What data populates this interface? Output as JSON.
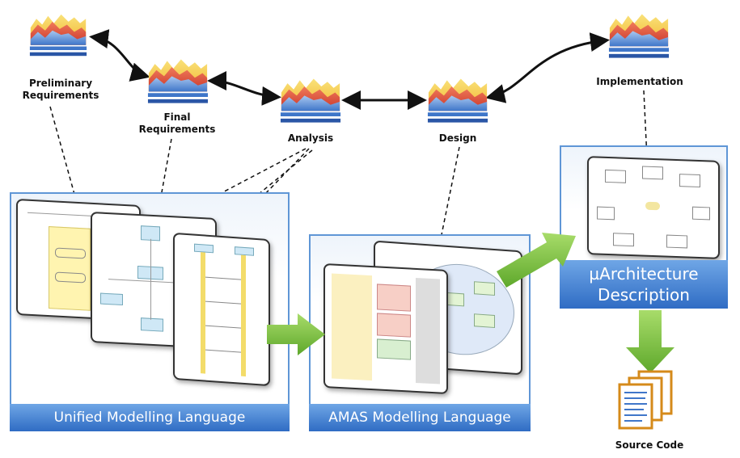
{
  "stages": {
    "preliminary": {
      "line1": "Preliminary",
      "line2": "Requirements",
      "icon": "area-chart-icon"
    },
    "final": {
      "line1": "Final",
      "line2": "Requirements",
      "icon": "area-chart-icon"
    },
    "analysis": {
      "label": "Analysis",
      "icon": "area-chart-icon"
    },
    "design": {
      "label": "Design",
      "icon": "area-chart-icon"
    },
    "implementation": {
      "label": "Implementation",
      "icon": "area-chart-icon"
    }
  },
  "panels": {
    "uml": {
      "label": "Unified Modelling Language"
    },
    "amas": {
      "label": "AMAS Modelling Language"
    },
    "arch": {
      "line1": "µArchitecture",
      "line2": "Description"
    }
  },
  "output": {
    "label": "Source Code",
    "icon": "source-code-documents-icon"
  },
  "colors": {
    "panel_border": "#5f96d6",
    "band": "#2f6cc4",
    "arrow_green": "#7cc242",
    "chart_yellow": "#f6d54a",
    "chart_red": "#e8553a",
    "chart_blue": "#5b8fd8"
  }
}
